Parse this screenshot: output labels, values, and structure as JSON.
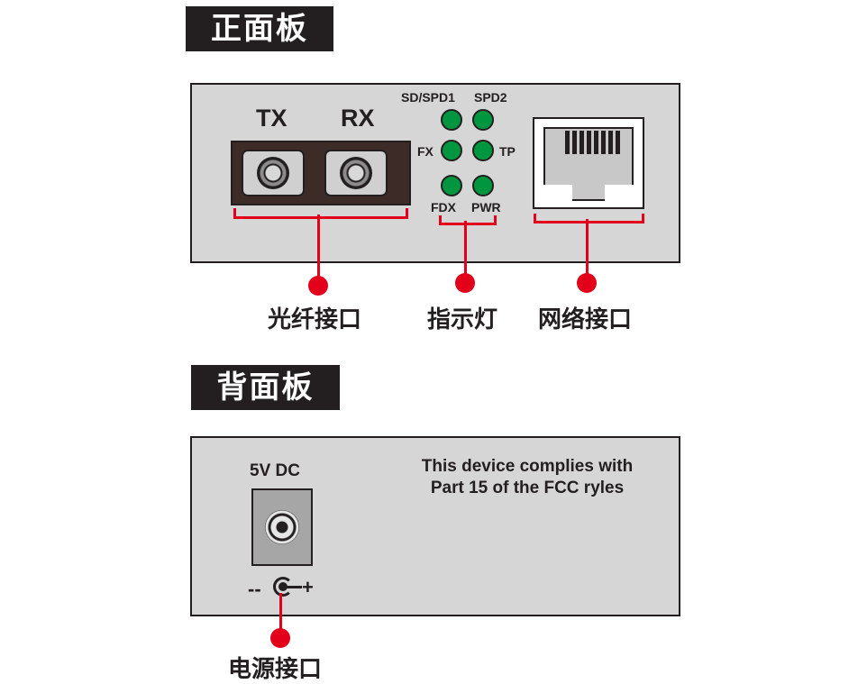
{
  "front": {
    "title": "正面板",
    "tx_label": "TX",
    "rx_label": "RX",
    "leds": {
      "sd_spd1": "SD/SPD1",
      "spd2": "SPD2",
      "fx": "FX",
      "tp": "TP",
      "fdx": "FDX",
      "pwr": "PWR"
    },
    "callouts": {
      "fiber": "光纤接口",
      "indicator": "指示灯",
      "network": "网络接口"
    }
  },
  "back": {
    "title": "背面板",
    "power_label": "5V DC",
    "polarity": "--",
    "polarity_plus": "+",
    "fcc_line1": "This device complies with",
    "fcc_line2": "Part 15 of the FCC ryles",
    "callout_power": "电源接口"
  },
  "colors": {
    "panel": "#d6d6d6",
    "led": "#009640",
    "callout_red": "#e2001a",
    "title_bg": "#231f20"
  },
  "icons": [
    "fiber-port-icon",
    "led-icon",
    "rj45-port-icon",
    "dc-jack-icon",
    "dc-polarity-icon"
  ]
}
